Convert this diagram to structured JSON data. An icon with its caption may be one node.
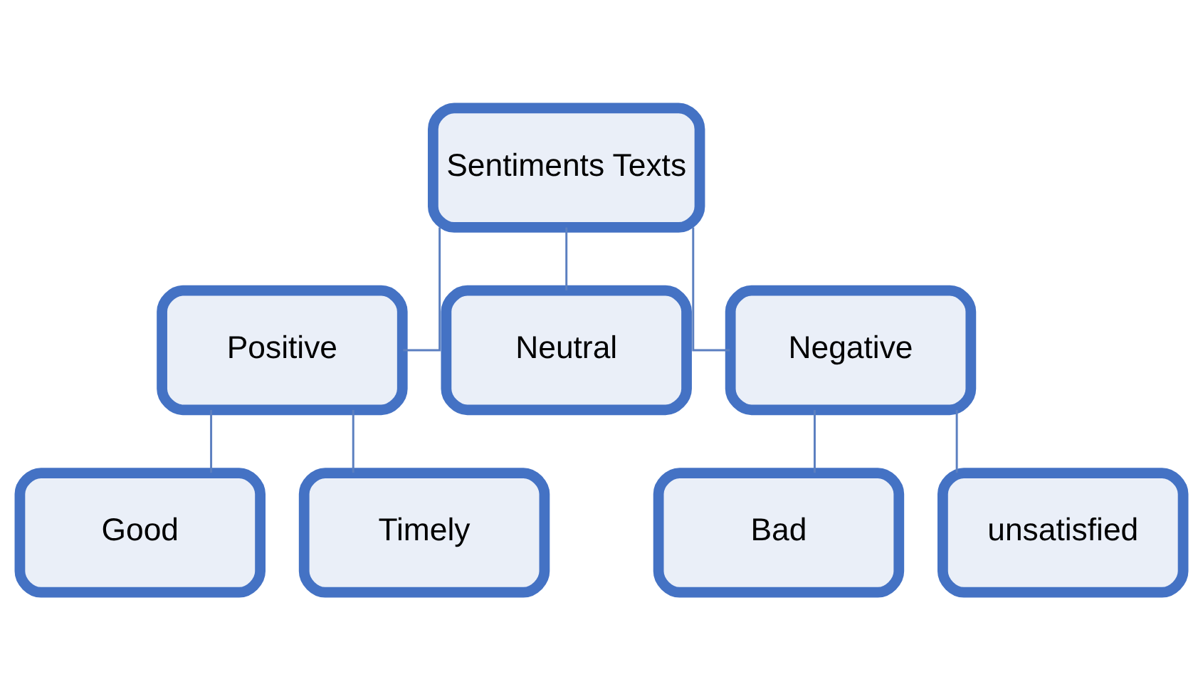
{
  "diagram": {
    "nodes": [
      {
        "text": [
          "Sentiments Texts"
        ]
      },
      {
        "text": [
          "Positive"
        ]
      },
      {
        "text": [
          "Neutral"
        ]
      },
      {
        "text": [
          "Negative"
        ]
      },
      {
        "text": [
          "Good"
        ]
      },
      {
        "text": [
          "Timely"
        ]
      },
      {
        "text": [
          "Bad"
        ]
      },
      {
        "text": [
          "unsatisfied"
        ]
      }
    ],
    "edges": [
      {
        "from": 0,
        "to": 1,
        "arrow": "none"
      },
      {
        "from": 0,
        "to": 2,
        "arrow": "none"
      },
      {
        "from": 0,
        "to": 3,
        "arrow": "none"
      },
      {
        "from": 1,
        "to": 4,
        "arrow": "none"
      },
      {
        "from": 1,
        "to": 5,
        "arrow": "none"
      },
      {
        "from": 3,
        "to": 6,
        "arrow": "none"
      },
      {
        "from": 3,
        "to": 7,
        "arrow": "none"
      }
    ]
  }
}
